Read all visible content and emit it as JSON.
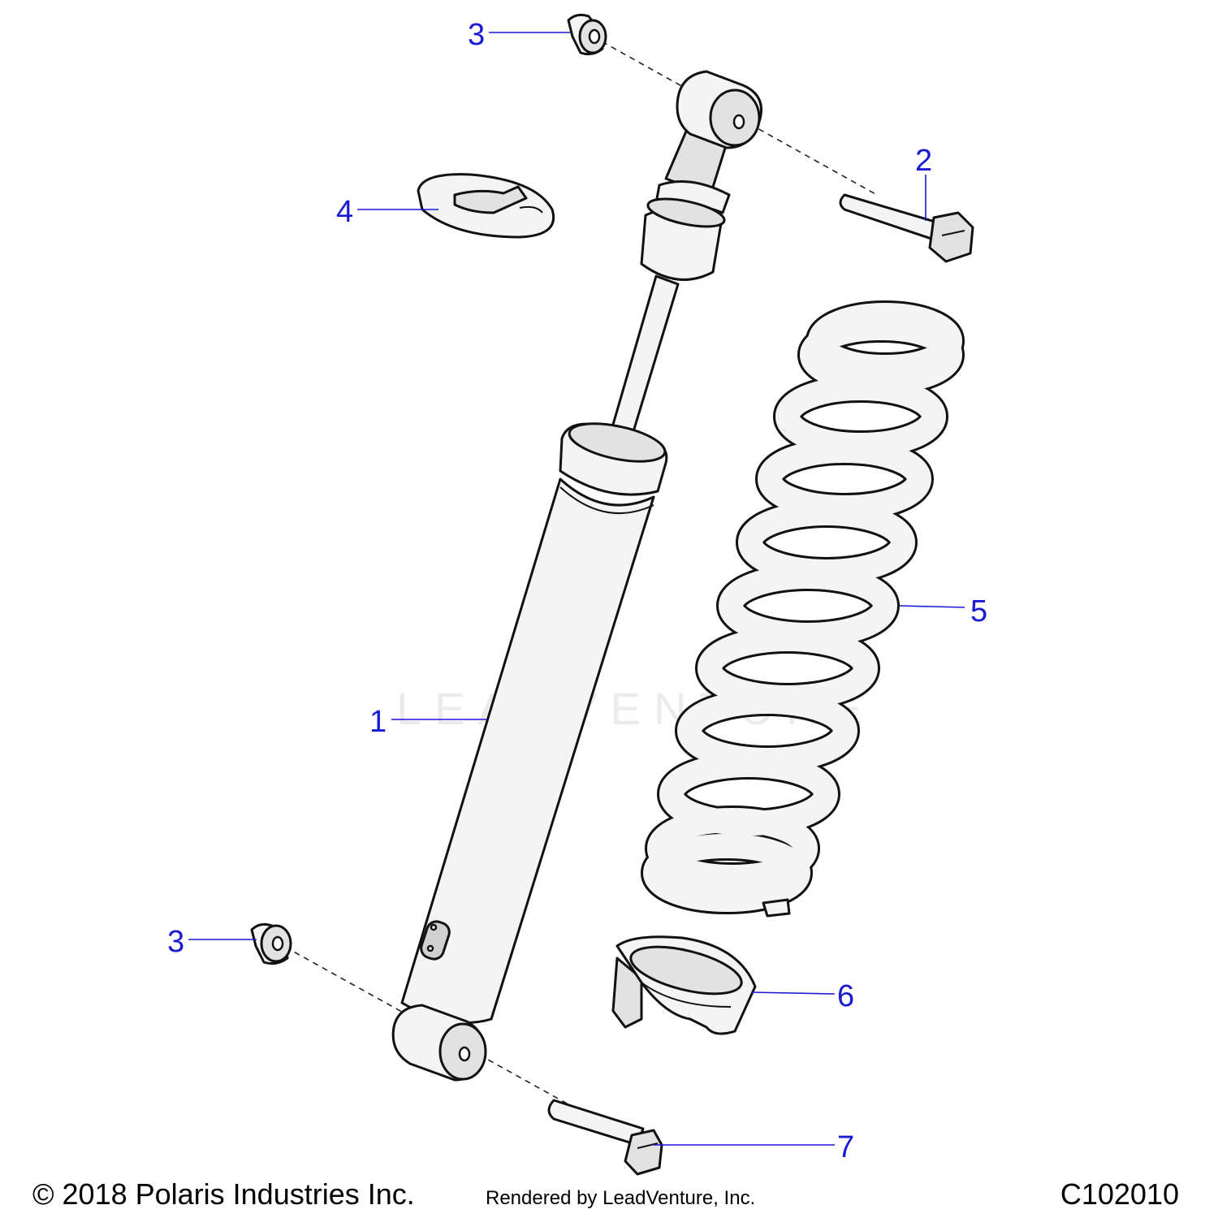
{
  "callouts": {
    "c1": "1",
    "c2": "2",
    "c3_top": "3",
    "c3_bottom": "3",
    "c4": "4",
    "c5": "5",
    "c6": "6",
    "c7": "7"
  },
  "footer": {
    "copyright": "© 2018 Polaris Industries Inc.",
    "rendered_by": "Rendered by LeadVenture, Inc.",
    "drawing_code": "C102010"
  },
  "watermark": {
    "text": "LEADVENTURE"
  },
  "colors": {
    "callout": "#1a1ad6",
    "outline": "#111111",
    "part_fill": "#f4f4f4"
  }
}
